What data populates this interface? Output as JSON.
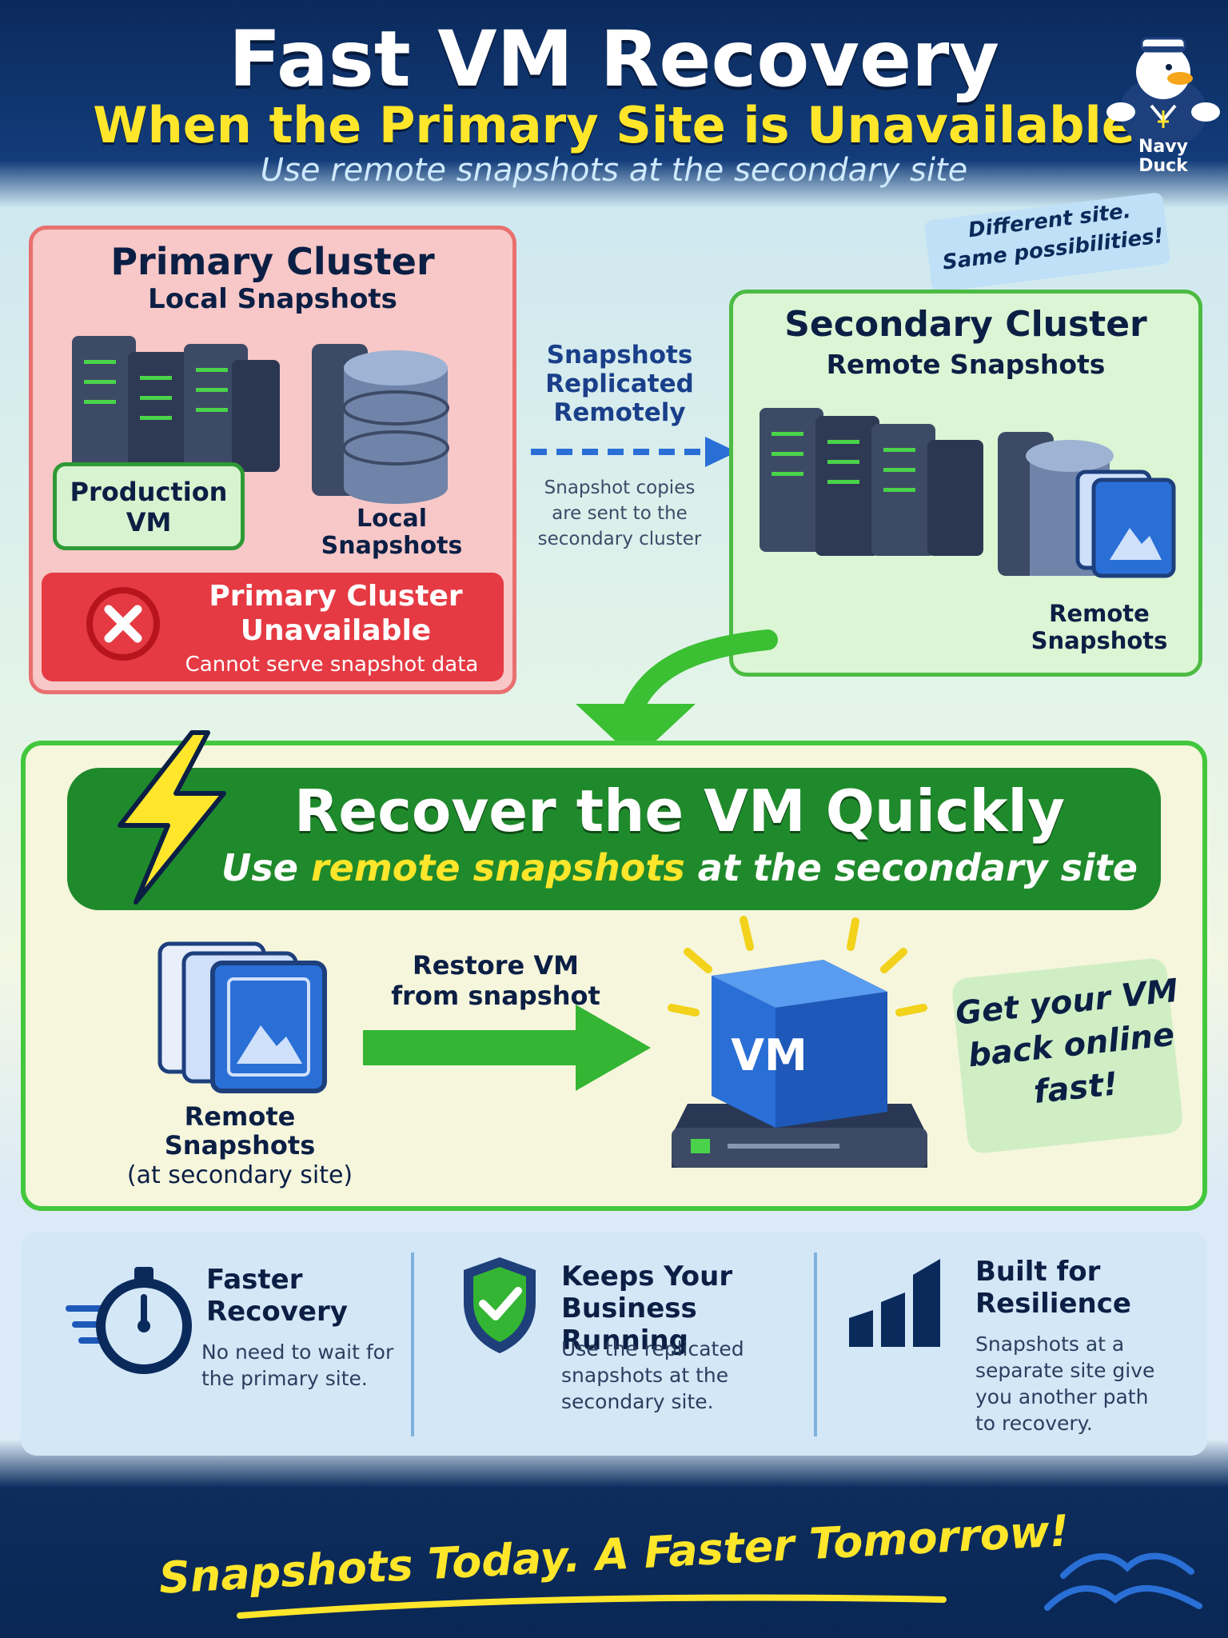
{
  "header": {
    "title": "Fast VM Recovery",
    "subtitle": "When the Primary Site is Unavailable",
    "tagline": "Use remote snapshots at the secondary site",
    "mascot_label_line1": "Navy",
    "mascot_label_line2": "Duck",
    "note_line1": "Different site.",
    "note_line2": "Same possibilities!"
  },
  "primary": {
    "title": "Primary Cluster",
    "subtitle": "Local Snapshots",
    "vm_line1": "Production",
    "vm_line2": "VM",
    "snap_line1": "Local",
    "snap_line2": "Snapshots",
    "alert_line1": "Primary Cluster",
    "alert_line2": "Unavailable",
    "alert_text": "Cannot serve snapshot data"
  },
  "replication": {
    "line1": "Snapshots",
    "line2": "Replicated",
    "line3": "Remotely",
    "desc_line1": "Snapshot copies",
    "desc_line2": "are sent to the",
    "desc_line3": "secondary cluster"
  },
  "secondary": {
    "title": "Secondary Cluster",
    "subtitle": "Remote Snapshots",
    "snap_line1": "Remote",
    "snap_line2": "Snapshots"
  },
  "recover": {
    "title": "Recover the VM Quickly",
    "sub_pre": "Use ",
    "sub_hl": "remote snapshots",
    "sub_post": " at the secondary site",
    "rs_line1": "Remote",
    "rs_line2": "Snapshots",
    "rs_line3": "(at secondary site)",
    "restore_line1": "Restore VM",
    "restore_line2": "from snapshot",
    "vm_label": "VM",
    "note_line1": "Get your VM",
    "note_line2": "back online",
    "note_line3": "fast!"
  },
  "benefits": [
    {
      "title_line1": "Faster",
      "title_line2": "Recovery",
      "desc_line1": "No need to wait for",
      "desc_line2": "the primary site.",
      "desc_line3": "",
      "desc_line4": ""
    },
    {
      "title_line1": "Keeps Your",
      "title_line2": "Business Running",
      "desc_line1": "Use the replicated",
      "desc_line2": "snapshots at the",
      "desc_line3": "secondary site.",
      "desc_line4": ""
    },
    {
      "title_line1": "Built for",
      "title_line2": "Resilience",
      "desc_line1": "Snapshots at a",
      "desc_line2": "separate site give",
      "desc_line3": "you another path",
      "desc_line4": "to recovery."
    }
  ],
  "footer": {
    "slogan": "Snapshots Today. A Faster Tomorrow!"
  },
  "colors": {
    "navy": "#0b2a5c",
    "yellow": "#ffe62b",
    "alert_red": "#e53a43",
    "success_green": "#1f8a2b",
    "accent_blue": "#2a6fd6"
  }
}
